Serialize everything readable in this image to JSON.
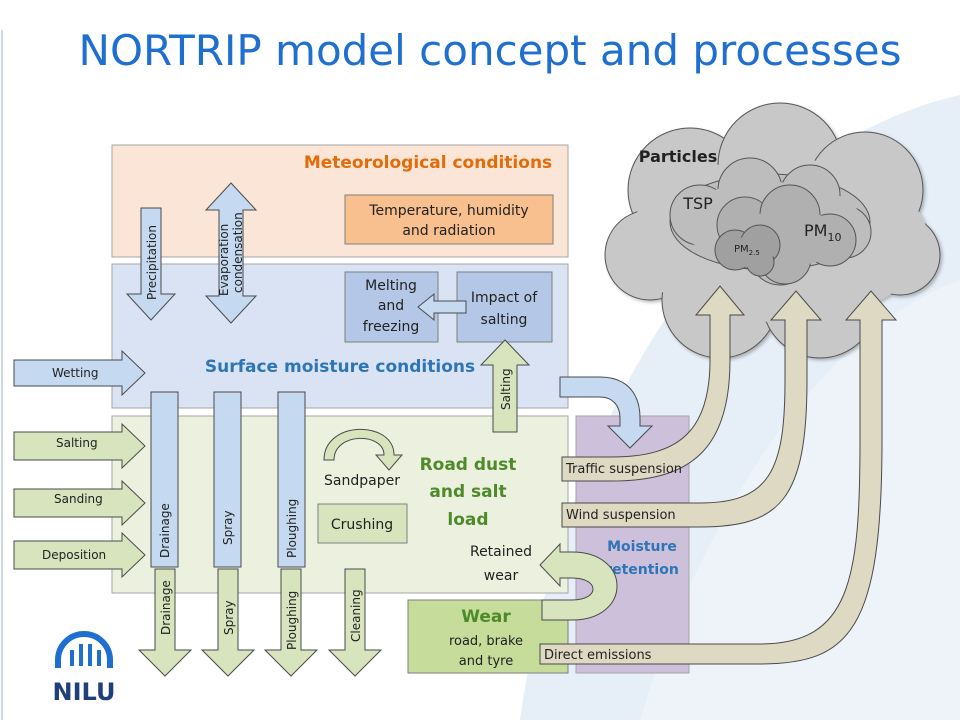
{
  "title": "NORTRIP model concept and processes",
  "boxes": {
    "meteorological": "Meteorological conditions",
    "temperature_line1": "Temperature, humidity",
    "temperature_line2": "and radiation",
    "melting_line1": "Melting",
    "melting_line2": "and",
    "melting_line3": "freezing",
    "impact_line1": "Impact of",
    "impact_line2": "salting",
    "surface_moisture": "Surface moisture conditions",
    "road_dust_line1": "Road dust",
    "road_dust_line2": "and salt",
    "road_dust_line3": "load",
    "sandpaper": "Sandpaper",
    "crushing": "Crushing",
    "retained_line1": "Retained",
    "retained_line2": "wear",
    "moisture_retention_line1": "Moisture",
    "moisture_retention_line2": "retention",
    "wear": "Wear",
    "wear_sub_line1": "road, brake",
    "wear_sub_line2": "and tyre"
  },
  "arrows": {
    "precipitation": "Precipitation",
    "evaporation_line1": "Evaporation",
    "evaporation_line2": "condensation",
    "wetting": "Wetting",
    "salting_in": "Salting",
    "sanding": "Sanding",
    "deposition": "Deposition",
    "drainage": "Drainage",
    "spray": "Spray",
    "ploughing": "Ploughing",
    "drainage_out": "Drainage",
    "spray_out": "Spray",
    "ploughing_out": "Ploughing",
    "cleaning": "Cleaning",
    "salting_up": "Salting",
    "traffic_suspension": "Traffic suspension",
    "wind_suspension": "Wind suspension",
    "direct_emissions": "Direct emissions"
  },
  "particles": {
    "title": "Particles",
    "tsp": "TSP",
    "pm10_base": "PM",
    "pm10_sub": "10",
    "pm25_base": "PM",
    "pm25_sub": "2.5"
  },
  "logo": {
    "text": "NILU"
  },
  "colors": {
    "title_blue": "#1f6fd0",
    "orange": "#e36c0a",
    "blue_label": "#2e75b6",
    "green_label": "#4f8a2a",
    "met_fill": "#fbe5d6",
    "surface_fill": "#dae3f3",
    "road_fill": "#ebf1de",
    "retention_fill": "#ccc0da",
    "wear_fill": "#c5dc9b",
    "arrow_blue": "#c5d9f1",
    "arrow_green": "#d7e4bd",
    "arrow_tan": "#ddd9c3",
    "cloud_grey": "#c8c8c8"
  }
}
